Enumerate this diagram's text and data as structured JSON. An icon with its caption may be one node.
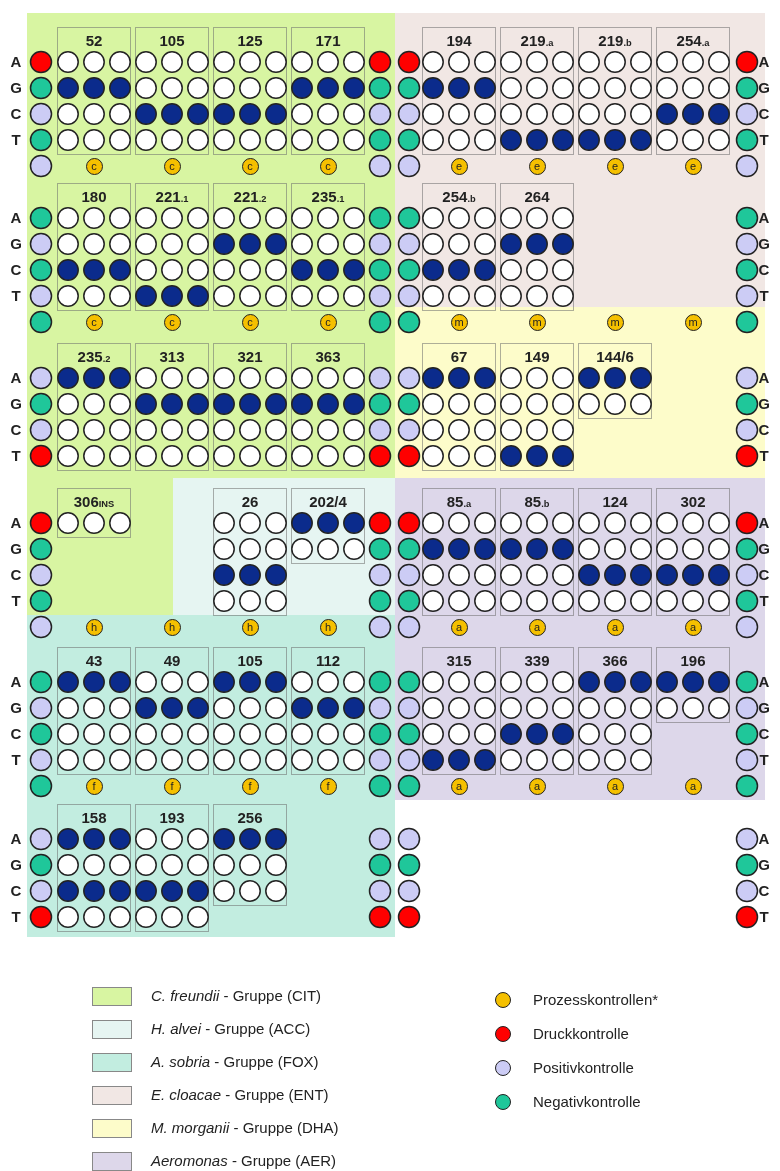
{
  "diagram": {
    "nodes": [
      {
        "text": [
          "52"
        ]
      },
      {
        "text": [
          "105"
        ]
      },
      {
        "text": [
          "125"
        ]
      },
      {
        "text": [
          "171"
        ]
      },
      {
        "text": [
          "194"
        ]
      },
      {
        "text": [
          "219$_{.a}$"
        ]
      },
      {
        "text": [
          "219$_{.b}$"
        ]
      },
      {
        "text": [
          "254$_{.a}$"
        ]
      },
      {
        "text": [
          "180"
        ]
      },
      {
        "text": [
          "221$_{.1}$"
        ]
      },
      {
        "text": [
          "221$_{.2}$"
        ]
      },
      {
        "text": [
          "235$_{.1}$"
        ]
      },
      {
        "text": [
          "254$_{.b}$"
        ]
      },
      {
        "text": [
          "264"
        ]
      },
      {
        "text": [
          "235$_{.2}$"
        ]
      },
      {
        "text": [
          "313"
        ]
      },
      {
        "text": [
          "321"
        ]
      },
      {
        "text": [
          "363"
        ]
      },
      {
        "text": [
          "67"
        ]
      },
      {
        "text": [
          "149"
        ]
      },
      {
        "text": [
          "144/6"
        ]
      },
      {
        "text": [
          "306$_{INS}$"
        ]
      },
      {
        "text": [
          "26"
        ]
      },
      {
        "text": [
          "202/4"
        ]
      },
      {
        "text": [
          "85$_{.a}$"
        ]
      },
      {
        "text": [
          "85$_{.b}$"
        ]
      },
      {
        "text": [
          "124"
        ]
      },
      {
        "text": [
          "302"
        ]
      },
      {
        "text": [
          "43"
        ]
      },
      {
        "text": [
          "49"
        ]
      },
      {
        "text": [
          "105"
        ]
      },
      {
        "text": [
          "112"
        ]
      },
      {
        "text": [
          "315"
        ]
      },
      {
        "text": [
          "339"
        ]
      },
      {
        "text": [
          "366"
        ]
      },
      {
        "text": [
          "196"
        ]
      },
      {
        "text": [
          "158"
        ]
      },
      {
        "text": [
          "193"
        ]
      },
      {
        "text": [
          "256"
        ]
      }
    ],
    "labels": [
      "A",
      "A",
      "G",
      "G",
      "C",
      "C",
      "T",
      "T",
      "c",
      "c",
      "c",
      "c",
      "e",
      "e",
      "e",
      "e",
      "A",
      "A",
      "G",
      "G",
      "C",
      "C",
      "T",
      "T",
      "c",
      "c",
      "c",
      "c",
      "m",
      "m",
      "m",
      "m",
      "A",
      "A",
      "G",
      "G",
      "C",
      "C",
      "T",
      "T",
      "A",
      "A",
      "G",
      "G",
      "C",
      "C",
      "T",
      "T",
      "h",
      "h",
      "h",
      "h",
      "a",
      "a",
      "a",
      "a",
      "A",
      "A",
      "G",
      "G",
      "C",
      "C",
      "T",
      "T",
      "f",
      "f",
      "f",
      "f",
      "a",
      "a",
      "a",
      "a",
      "A",
      "A",
      "G",
      "G",
      "C",
      "C",
      "T",
      "T"
    ],
    "legend": [
      {
        "text": "*C. freundii* - Gruppe (CIT)",
        "color": "#d8f5a2"
      },
      {
        "text": "*H. alvei* - Gruppe (ACC)",
        "color": "#e6f5f2"
      },
      {
        "text": "*A. sobria* - Gruppe (FOX)",
        "color": "#c2ede0"
      },
      {
        "text": "*E. cloacae*  - Gruppe (ENT)",
        "color": "#f1e7e4"
      },
      {
        "text": "*M. morganii*  - Gruppe (DHA)",
        "color": "#fdfcca"
      },
      {
        "text": "*Aeromonas* - Gruppe (AER)",
        "color": "#ddd7ea"
      },
      {
        "text": "Prozesskontrollen*",
        "color": "#f5c000"
      },
      {
        "text": "Druckkontrolle",
        "color": "#ff0000"
      },
      {
        "text": "Positivkontrolle",
        "color": "#ccccf5"
      },
      {
        "text": "Negativkontrolle",
        "color": "#1fc79a"
      }
    ]
  }
}
